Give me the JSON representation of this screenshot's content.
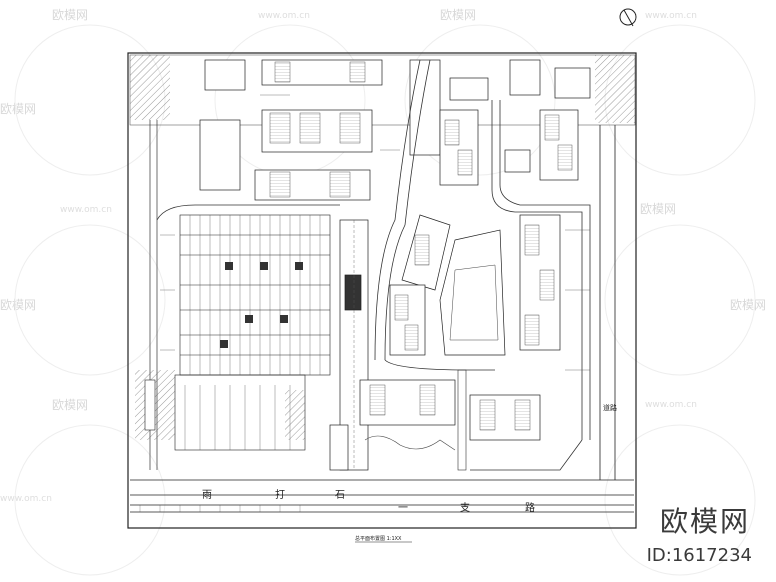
{
  "watermark": {
    "site_name": "欧模网",
    "site_url": "www.om.cn"
  },
  "plan": {
    "road_chars": [
      "雨",
      "打",
      "石",
      "一",
      "支",
      "路"
    ],
    "right_road_label": "道路",
    "title": "总平面布置图 1:1XX"
  },
  "brand": {
    "name": "欧模网",
    "id": "ID:1617234"
  }
}
